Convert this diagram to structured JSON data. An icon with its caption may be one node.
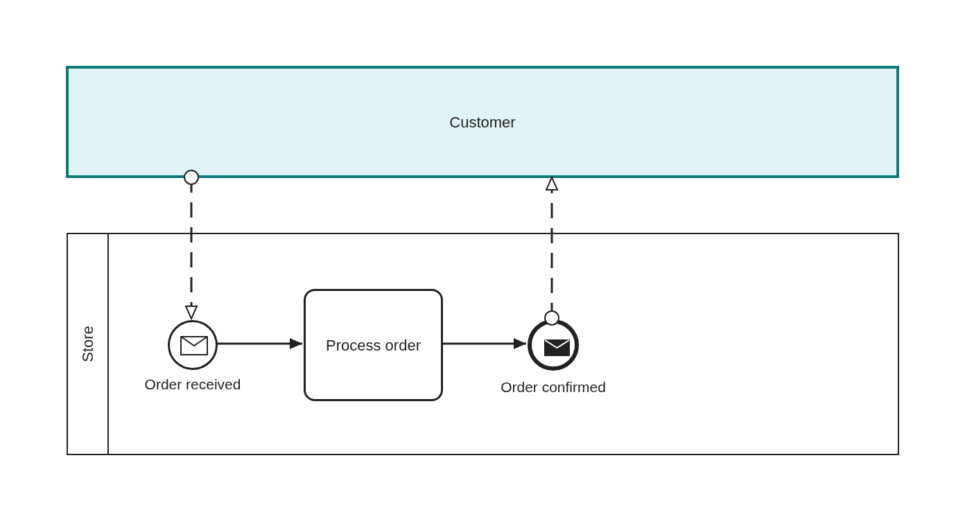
{
  "diagram": {
    "nodes": [
      {
        "text": [
          "Customer"
        ]
      },
      {
        "text": [
          "Store"
        ]
      },
      {
        "text": [],
        "shape": "circle",
        "in": 1,
        "beside": [
          "Order received"
        ]
      },
      {
        "text": [
          "Process order"
        ],
        "in": 1
      },
      {
        "text": [],
        "shape": "circle",
        "in": 1,
        "beside": [
          "Order confirmed"
        ]
      }
    ],
    "edges": [
      {
        "from": 0,
        "to": 2,
        "arrow": "to",
        "style": "dashed"
      },
      {
        "from": 2,
        "to": 3,
        "arrow": "to"
      },
      {
        "from": 3,
        "to": 4,
        "arrow": "to"
      },
      {
        "from": 4,
        "to": 0,
        "arrow": "to",
        "style": "dashed"
      }
    ]
  }
}
